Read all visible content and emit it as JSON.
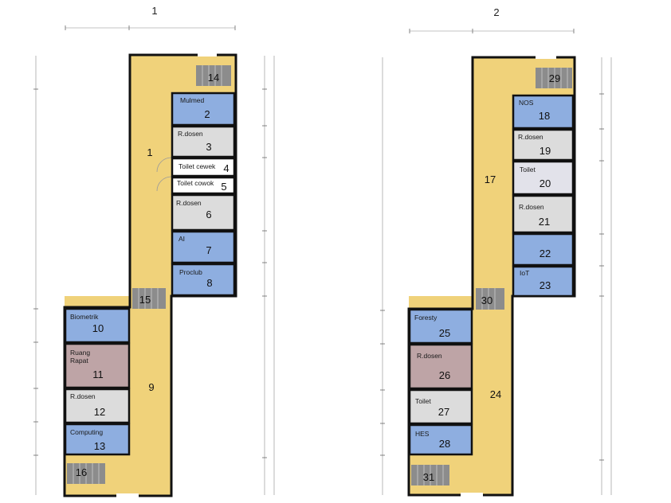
{
  "floors": [
    {
      "title": "1",
      "rooms": [
        {
          "num": "1"
        },
        {
          "num": "2",
          "name": "Mulmed",
          "color": "#8eaee0"
        },
        {
          "num": "3",
          "name": "R.dosen",
          "color": "#dcdcdc"
        },
        {
          "num": "4",
          "name": "Toilet cewek",
          "color": "#ffffff"
        },
        {
          "num": "5",
          "name": "Toilet cowok",
          "color": "#ffffff"
        },
        {
          "num": "6",
          "name": "R.dosen",
          "color": "#dcdcdc"
        },
        {
          "num": "7",
          "name": "AI",
          "color": "#8eaee0"
        },
        {
          "num": "8",
          "name": "Proclub",
          "color": "#8eaee0"
        },
        {
          "num": "9"
        },
        {
          "num": "10",
          "name": "Biometrik",
          "color": "#8eaee0"
        },
        {
          "num": "11",
          "name": "Ruang Rapat",
          "color": "#bea4a6"
        },
        {
          "num": "12",
          "name": "R.dosen",
          "color": "#dcdcdc"
        },
        {
          "num": "13",
          "name": "Computing",
          "color": "#8eaee0"
        },
        {
          "num": "14"
        },
        {
          "num": "15"
        },
        {
          "num": "16"
        }
      ]
    },
    {
      "title": "2",
      "rooms": [
        {
          "num": "17"
        },
        {
          "num": "18",
          "name": "NOS",
          "color": "#8eaee0"
        },
        {
          "num": "19",
          "name": "R.dosen",
          "color": "#dcdcdc"
        },
        {
          "num": "20",
          "name": "Toilet",
          "color": "#e2e2ea"
        },
        {
          "num": "21",
          "name": "R.dosen",
          "color": "#dcdcdc"
        },
        {
          "num": "22",
          "name": "",
          "color": "#8eaee0"
        },
        {
          "num": "23",
          "name": "IoT",
          "color": "#8eaee0"
        },
        {
          "num": "24"
        },
        {
          "num": "25",
          "name": "Foresty",
          "color": "#8eaee0"
        },
        {
          "num": "26",
          "name": "R.dosen",
          "color": "#bea4a6"
        },
        {
          "num": "27",
          "name": "Toilet",
          "color": "#dcdcdc"
        },
        {
          "num": "28",
          "name": "HES",
          "color": "#8eaee0"
        },
        {
          "num": "29"
        },
        {
          "num": "30"
        },
        {
          "num": "31"
        }
      ]
    }
  ],
  "colors": {
    "corridor": "#f0d27a",
    "wall": "#111111",
    "stairs": "#8c8c8c",
    "page": "#ffffff"
  }
}
